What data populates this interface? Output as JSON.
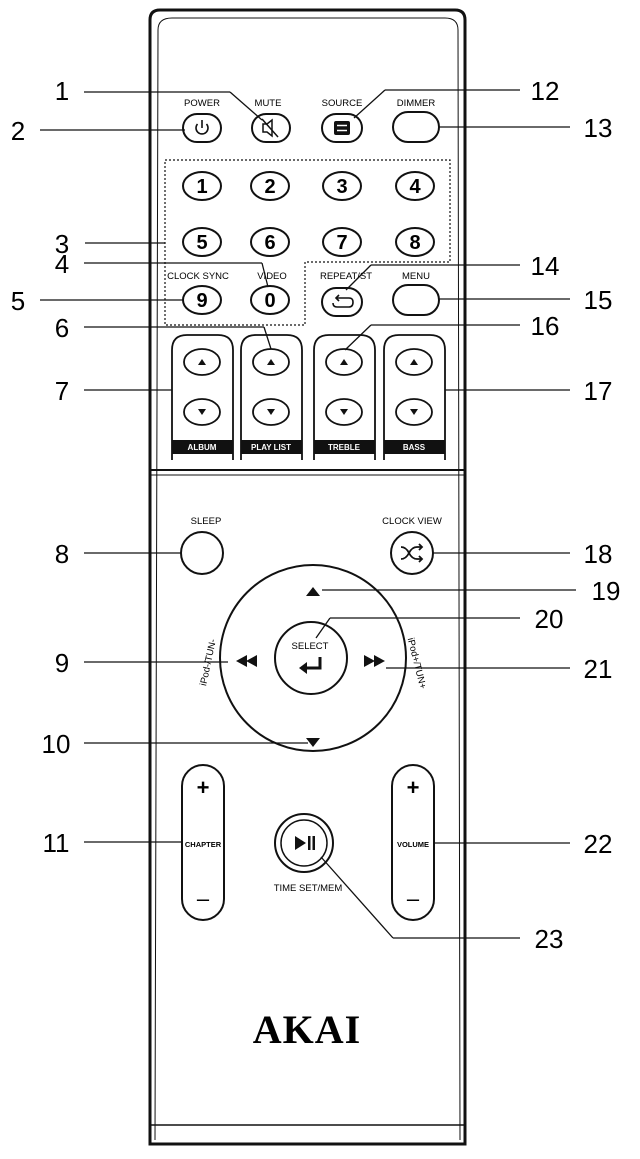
{
  "brand": "AKAI",
  "buttons": {
    "power": "POWER",
    "mute": "MUTE",
    "source": "SOURCE",
    "dimmer": "DIMMER",
    "clock_sync": "CLOCK SYNC",
    "video": "VIDEO",
    "repeat_st": "REPEAT/ST",
    "menu": "MENU",
    "sleep": "SLEEP",
    "clock_view": "CLOCK VIEW",
    "select": "SELECT",
    "time_set_mem": "TIME SET/MEM",
    "ipod_minus_tun_minus": "iPod-/TUN-",
    "ipod_plus_tun_plus": "iPod+/TUN+",
    "chapter": "CHAPTER",
    "volume": "VOLUME",
    "plus": "+",
    "minus": "–"
  },
  "digits": [
    "1",
    "2",
    "3",
    "4",
    "5",
    "6",
    "7",
    "8",
    "9",
    "0"
  ],
  "rockers": {
    "album": "ALBUM",
    "play_list": "PLAY LIST",
    "treble": "TREBLE",
    "bass": "BASS"
  },
  "callouts": {
    "c1": "1",
    "c2": "2",
    "c3": "3",
    "c4": "4",
    "c5": "5",
    "c6": "6",
    "c7": "7",
    "c8": "8",
    "c9": "9",
    "c10": "10",
    "c11": "11",
    "c12": "12",
    "c13": "13",
    "c14": "14",
    "c15": "15",
    "c16": "16",
    "c17": "17",
    "c18": "18",
    "c19": "19",
    "c20": "20",
    "c21": "21",
    "c22": "22",
    "c23": "23"
  },
  "icons": {
    "power": "power-icon",
    "mute": "speaker-mute-icon",
    "source": "source-icon",
    "repeat": "repeat-icon",
    "shuffle": "shuffle-icon",
    "enter": "enter-arrow-icon",
    "play_pause": "play-pause-icon",
    "up": "triangle-up-icon",
    "down": "triangle-down-icon",
    "rewind": "rewind-icon",
    "forward": "fast-forward-icon"
  }
}
